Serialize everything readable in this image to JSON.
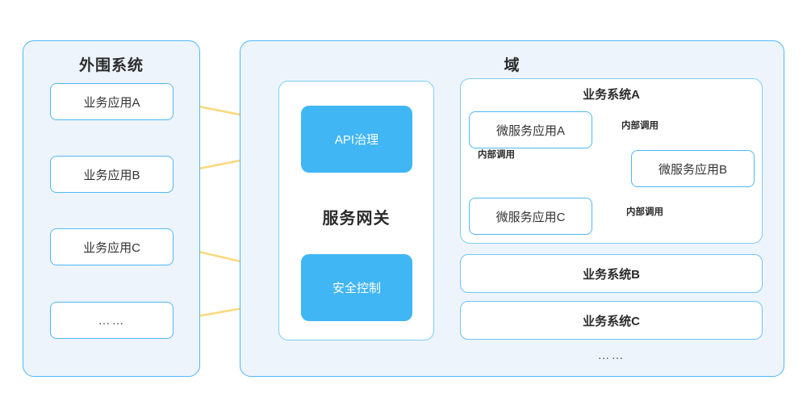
{
  "diagram": {
    "title_external": "外围系统",
    "title_domain": "域",
    "gateway_label": "服务网关",
    "subsystem_a_title": "业务系统A",
    "colors": {
      "panel_bg": "#eef4fc",
      "panel_border": "#4eb8f5",
      "node_border": "#4eb8f5",
      "blue_node": "#41b6f5",
      "arrow": "#fcd97f",
      "text": "#2b2b2b",
      "page_bg": "#ffffff"
    }
  },
  "external_systems": {
    "title": "外围系统",
    "items": [
      {
        "label": "业务应用A"
      },
      {
        "label": "业务应用B"
      },
      {
        "label": "业务应用C"
      },
      {
        "label": "……"
      }
    ]
  },
  "gateway": {
    "label": "服务网关",
    "capabilities": [
      {
        "label": "API治理"
      },
      {
        "label": "安全控制"
      }
    ]
  },
  "domain": {
    "title": "域",
    "subsystem_a": {
      "title": "业务系统A",
      "services": [
        {
          "label": "微服务应用A"
        },
        {
          "label": "微服务应用B"
        },
        {
          "label": "微服务应用C"
        }
      ]
    },
    "other_systems": [
      {
        "label": "业务系统B"
      },
      {
        "label": "业务系统C"
      }
    ],
    "more_indicator": "……"
  },
  "edge_labels": {
    "internal_call_1": "内部调用",
    "internal_call_2": "内部调用",
    "internal_call_3": "内部调用"
  }
}
